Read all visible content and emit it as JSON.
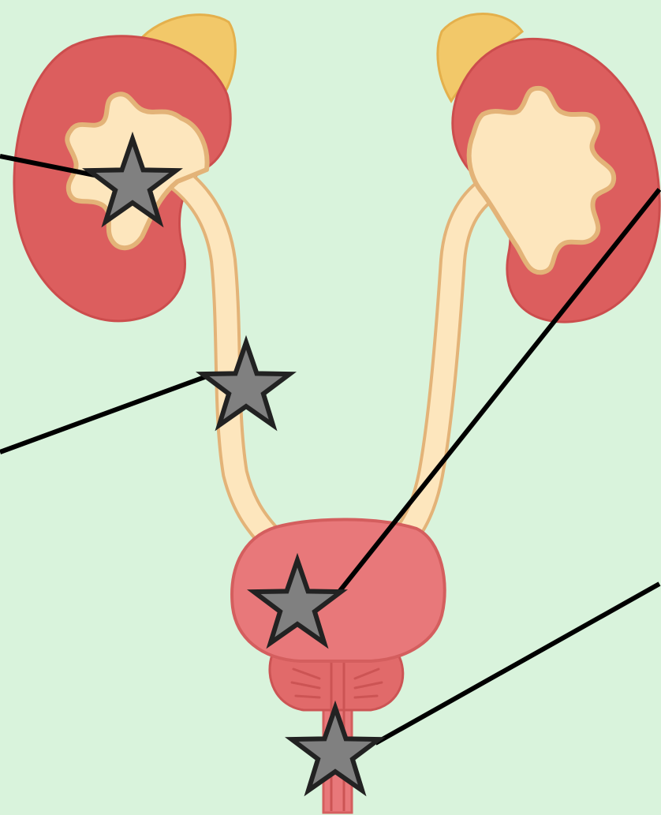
{
  "diagram": {
    "subject": "urinary-system",
    "parts": [
      "left-kidney",
      "right-kidney",
      "left-adrenal-gland",
      "right-adrenal-gland",
      "left-ureter",
      "right-ureter",
      "bladder",
      "prostate",
      "urethra"
    ],
    "markers": [
      {
        "id": "marker-kidney-pelvis",
        "icon": "star-icon"
      },
      {
        "id": "marker-ureter",
        "icon": "star-icon"
      },
      {
        "id": "marker-bladder",
        "icon": "star-icon"
      },
      {
        "id": "marker-urethra",
        "icon": "star-icon"
      }
    ]
  },
  "colors": {
    "background": "#d9f3dc",
    "kidney": "#dc5e5e",
    "kidney_inner": "#fde6bd",
    "kidney_inner_edge": "#e3b378",
    "adrenal": "#f2c869",
    "ureter": "#fde6bd",
    "ureter_edge": "#e3b378",
    "bladder": "#e8787a",
    "bladder_edge": "#d45e5e",
    "prostate": "#e16a6a",
    "star_fill": "#808080",
    "star_stroke": "#222222",
    "leader_line": "#000000"
  }
}
